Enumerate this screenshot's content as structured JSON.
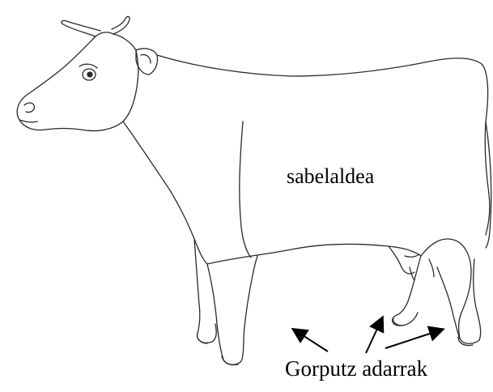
{
  "labels": {
    "belly": "sabelaldea",
    "limbs": "Gorputz adarrak"
  },
  "colors": {
    "background": "#ffffff",
    "outline": "#2a2a2a",
    "text": "#000000"
  },
  "icons": {
    "illustration": "cow-outline",
    "pointer": "arrow-icon"
  }
}
